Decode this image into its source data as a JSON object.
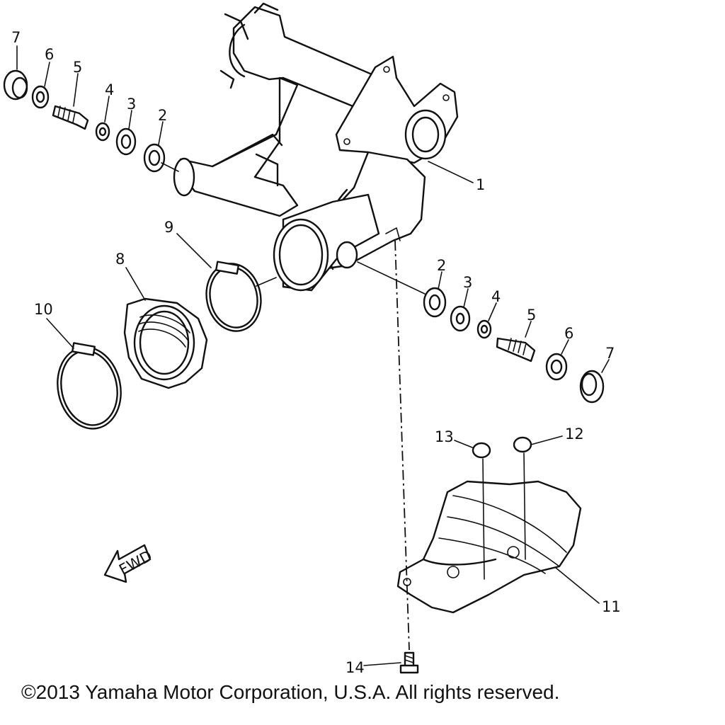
{
  "diagram": {
    "callouts": {
      "c1": "1",
      "c2a": "2",
      "c3a": "3",
      "c4a": "4",
      "c5a": "5",
      "c6a": "6",
      "c7a": "7",
      "c2b": "2",
      "c3b": "3",
      "c4b": "4",
      "c5b": "5",
      "c6b": "6",
      "c7b": "7",
      "c8": "8",
      "c9": "9",
      "c10": "10",
      "c11": "11",
      "c12": "12",
      "c13": "13",
      "c14": "14"
    },
    "fwd_arrow": "FWD"
  },
  "footer": {
    "copyright": "©2013 Yamaha Motor Corporation, U.S.A. All rights reserved."
  }
}
